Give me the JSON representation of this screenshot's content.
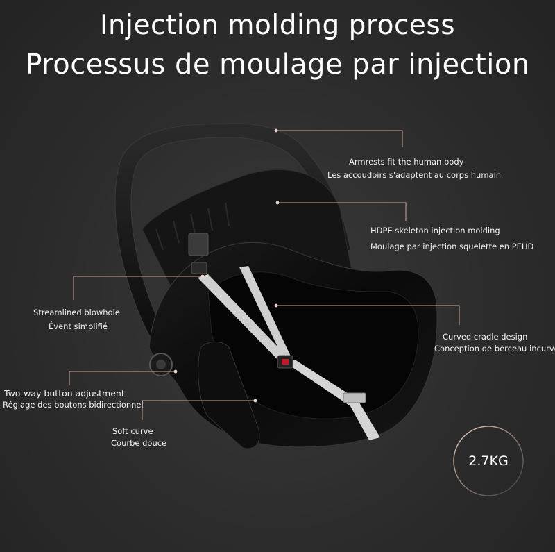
{
  "titles": {
    "en": "Injection molding process",
    "fr": "Processus de moulage par injection"
  },
  "callouts": {
    "armrests": {
      "en": "Armrests fit the human body",
      "fr": "Les accoudoirs s'adaptent au corps humain"
    },
    "hdpe": {
      "en": "HDPE skeleton injection molding",
      "fr": "Moulage par injection squelette en PEHD"
    },
    "blowhole": {
      "en": "Streamlined blowhole",
      "fr": "Évent simplifié"
    },
    "cradle": {
      "en": "Curved cradle design",
      "fr": "Conception de berceau incurvé"
    },
    "button": {
      "en": "Two-way button adjustment",
      "fr": "Réglage des boutons bidirectionnel"
    },
    "curve": {
      "en": "Soft curve",
      "fr": "Courbe douce"
    }
  },
  "weight": "2.7KG",
  "colors": {
    "background": "#2c2c2c",
    "leader_line": "#c9a79a",
    "seat_shell": "#0d0d0d",
    "strap": "#cfcfcf",
    "buckle": "#c0192a"
  }
}
